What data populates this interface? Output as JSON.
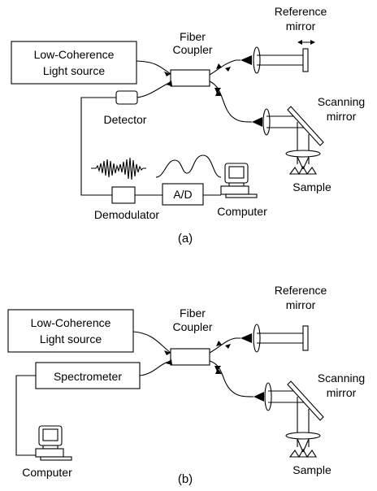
{
  "panel_a": {
    "source": [
      "Low-Coherence",
      "Light source"
    ],
    "coupler": [
      "Fiber",
      "Coupler"
    ],
    "reference": [
      "Reference",
      "mirror"
    ],
    "scanning": [
      "Scanning",
      "mirror"
    ],
    "detector": "Detector",
    "demodulator": "Demodulator",
    "ad": "A/D",
    "computer": "Computer",
    "sample": "Sample",
    "caption": "(a)"
  },
  "panel_b": {
    "source": [
      "Low-Coherence",
      "Light source"
    ],
    "coupler": [
      "Fiber",
      "Coupler"
    ],
    "reference": [
      "Reference",
      "mirror"
    ],
    "scanning": [
      "Scanning",
      "mirror"
    ],
    "spectrometer": "Spectrometer",
    "computer": "Computer",
    "sample": "Sample",
    "caption": "(b)"
  }
}
